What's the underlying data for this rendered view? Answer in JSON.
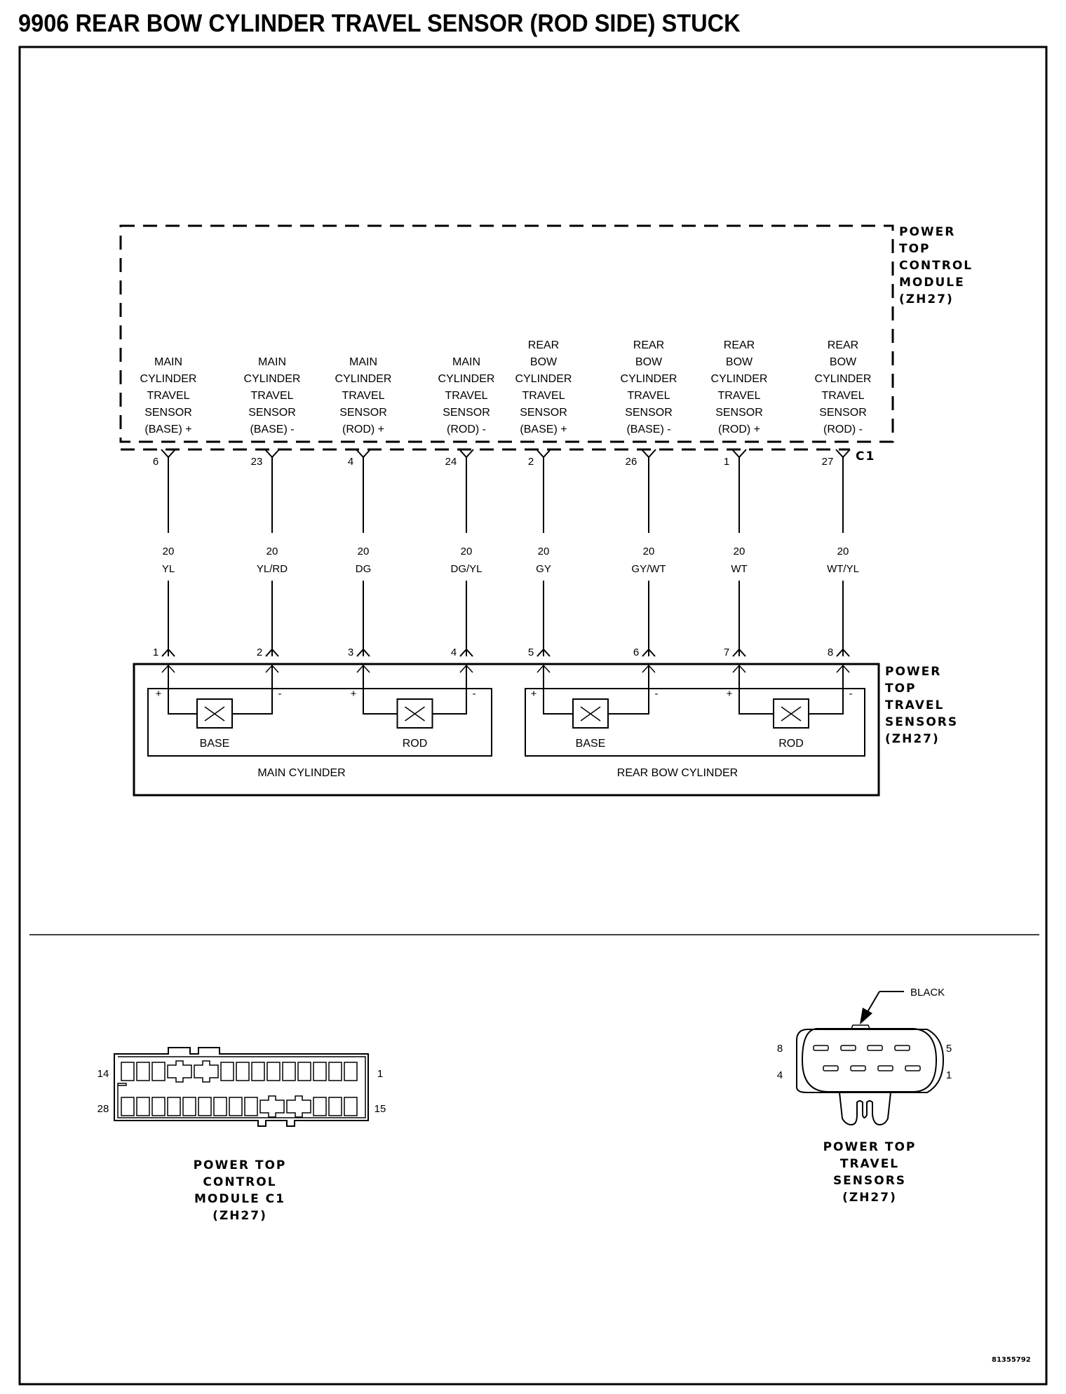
{
  "title": "9906 REAR BOW CYLINDER TRAVEL SENSOR (ROD SIDE) STUCK",
  "module": {
    "name_lines": [
      "POWER",
      "TOP",
      "CONTROL",
      "MODULE",
      "(ZH27)"
    ],
    "connector": "C1",
    "terminals": [
      {
        "label_lines": [
          "MAIN",
          "CYLINDER",
          "TRAVEL",
          "SENSOR",
          "(BASE) +"
        ],
        "pin": "6"
      },
      {
        "label_lines": [
          "MAIN",
          "CYLINDER",
          "TRAVEL",
          "SENSOR",
          "(BASE) -"
        ],
        "pin": "23"
      },
      {
        "label_lines": [
          "MAIN",
          "CYLINDER",
          "TRAVEL",
          "SENSOR",
          "(ROD) +"
        ],
        "pin": "4"
      },
      {
        "label_lines": [
          "MAIN",
          "CYLINDER",
          "TRAVEL",
          "SENSOR",
          "(ROD) -"
        ],
        "pin": "24"
      },
      {
        "label_lines": [
          "REAR",
          "BOW",
          "CYLINDER",
          "TRAVEL",
          "SENSOR",
          "(BASE) +"
        ],
        "pin": "2"
      },
      {
        "label_lines": [
          "REAR",
          "BOW",
          "CYLINDER",
          "TRAVEL",
          "SENSOR",
          "(BASE) -"
        ],
        "pin": "26"
      },
      {
        "label_lines": [
          "REAR",
          "BOW",
          "CYLINDER",
          "TRAVEL",
          "SENSOR",
          "(ROD) +"
        ],
        "pin": "1"
      },
      {
        "label_lines": [
          "REAR",
          "BOW",
          "CYLINDER",
          "TRAVEL",
          "SENSOR",
          "(ROD) -"
        ],
        "pin": "27"
      }
    ]
  },
  "wires": [
    {
      "gauge": "20",
      "color": "YL",
      "sensor_pin": "1"
    },
    {
      "gauge": "20",
      "color": "YL/RD",
      "sensor_pin": "2"
    },
    {
      "gauge": "20",
      "color": "DG",
      "sensor_pin": "3"
    },
    {
      "gauge": "20",
      "color": "DG/YL",
      "sensor_pin": "4"
    },
    {
      "gauge": "20",
      "color": "GY",
      "sensor_pin": "5"
    },
    {
      "gauge": "20",
      "color": "GY/WT",
      "sensor_pin": "6"
    },
    {
      "gauge": "20",
      "color": "WT",
      "sensor_pin": "7"
    },
    {
      "gauge": "20",
      "color": "WT/YL",
      "sensor_pin": "8"
    }
  ],
  "sensors": {
    "name_lines": [
      "POWER",
      "TOP",
      "TRAVEL",
      "SENSORS",
      "(ZH27)"
    ],
    "groups": [
      {
        "name": "MAIN CYLINDER",
        "elements": [
          {
            "name": "BASE",
            "plus": "+",
            "minus": "-"
          },
          {
            "name": "ROD",
            "plus": "+",
            "minus": "-"
          }
        ]
      },
      {
        "name": "REAR BOW CYLINDER",
        "elements": [
          {
            "name": "BASE",
            "plus": "+",
            "minus": "-"
          },
          {
            "name": "ROD",
            "plus": "+",
            "minus": "-"
          }
        ]
      }
    ]
  },
  "connector_views": {
    "module_c1": {
      "name_lines": [
        "POWER TOP",
        "CONTROL",
        "MODULE C1",
        "(ZH27)"
      ],
      "pin_labels": {
        "top_left": "14",
        "top_right": "1",
        "bottom_left": "28",
        "bottom_right": "15"
      }
    },
    "sensors": {
      "name_lines": [
        "POWER TOP",
        "TRAVEL",
        "SENSORS",
        "(ZH27)"
      ],
      "color_callout": "BLACK",
      "pin_labels": {
        "top_left": "8",
        "top_right": "5",
        "bottom_left": "4",
        "bottom_right": "1"
      }
    }
  },
  "figure_id": "81355792"
}
